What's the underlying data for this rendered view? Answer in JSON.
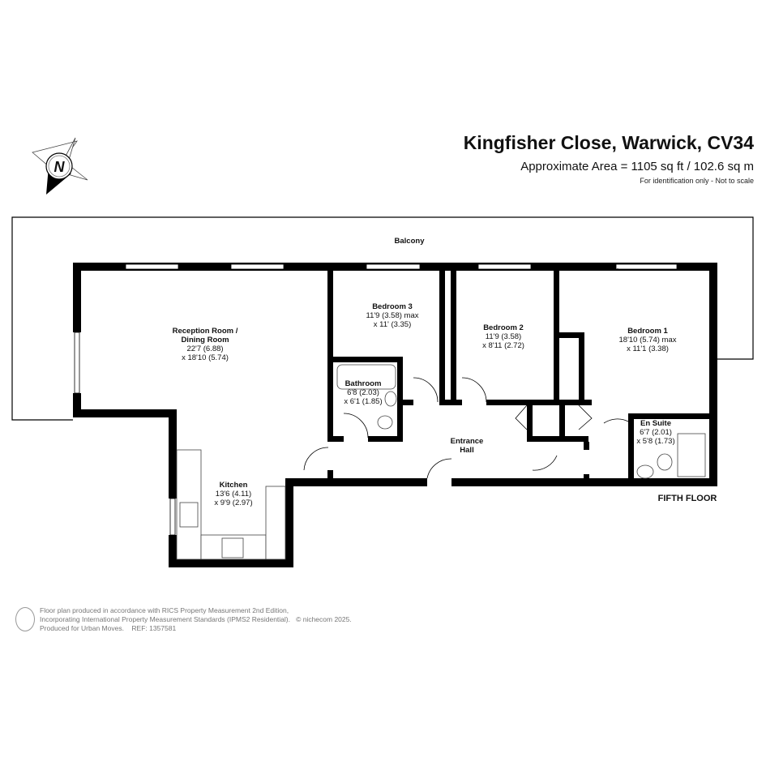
{
  "header": {
    "title": "Kingfisher Close, Warwick, CV34",
    "area": "Approximate Area = 1105 sq ft / 102.6 sq m",
    "note": "For identification only - Not to scale"
  },
  "compass": {
    "letter": "N"
  },
  "plan": {
    "floor_label": "FIFTH FLOOR",
    "rooms": {
      "balcony": {
        "name": "Balcony"
      },
      "reception": {
        "name_1": "Reception Room /",
        "name_2": "Dining Room",
        "dim_1": "22'7 (6.88)",
        "dim_2": "x 18'10 (5.74)"
      },
      "bedroom3": {
        "name": "Bedroom 3",
        "dim_1": "11'9 (3.58) max",
        "dim_2": "x 11' (3.35)"
      },
      "bedroom2": {
        "name": "Bedroom 2",
        "dim_1": "11'9 (3.58)",
        "dim_2": "x 8'11 (2.72)"
      },
      "bedroom1": {
        "name": "Bedroom 1",
        "dim_1": "18'10 (5.74) max",
        "dim_2": "x 11'1 (3.38)"
      },
      "bathroom": {
        "name": "Bathroom",
        "dim_1": "6'8 (2.03)",
        "dim_2": "x 6'1 (1.85)"
      },
      "ensuite": {
        "name": "En Suite",
        "dim_1": "6'7 (2.01)",
        "dim_2": "x 5'8 (1.73)"
      },
      "hall": {
        "name_1": "Entrance",
        "name_2": "Hall"
      },
      "kitchen": {
        "name": "Kitchen",
        "dim_1": "13'6 (4.11)",
        "dim_2": "x 9'9 (2.97)"
      }
    }
  },
  "footer": {
    "line_1": "Floor plan produced in accordance with RICS Property Measurement 2nd Edition,",
    "line_2": "Incorporating International Property Measurement Standards (IPMS2 Residential).",
    "copyright": "© nichecom 2025.",
    "line_3": "Produced for Urban Moves.    REF: 1357581"
  }
}
